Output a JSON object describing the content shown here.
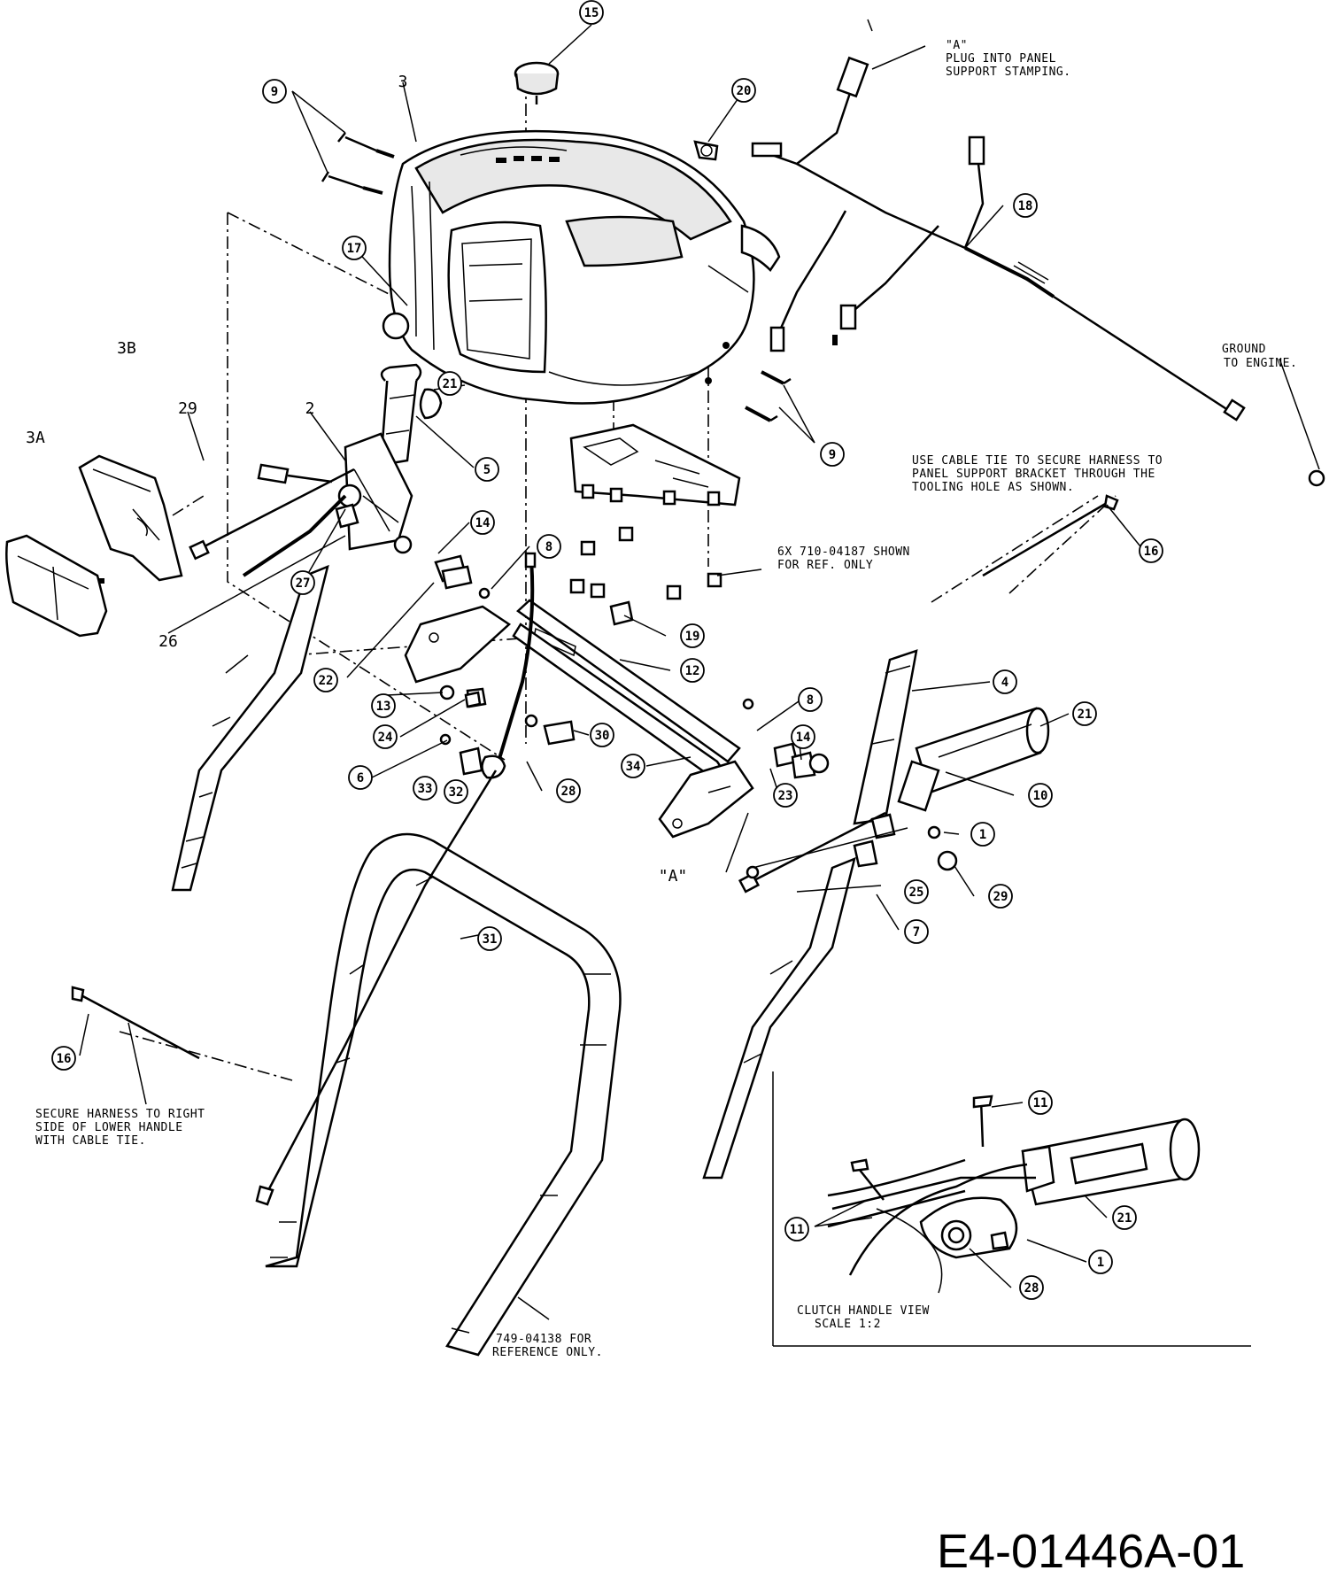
{
  "drawing_number": "E4-01446A-01",
  "callouts": [
    "15",
    "9",
    "3",
    "20",
    "18",
    "17",
    "3B",
    "29",
    "2",
    "21",
    "5",
    "3A",
    "9",
    "14",
    "8",
    "27",
    "26",
    "16",
    "22",
    "19",
    "12",
    "4",
    "8",
    "13",
    "21",
    "30",
    "14",
    "24",
    "10",
    "34",
    "6",
    "28",
    "23",
    "1",
    "33",
    "32",
    "A",
    "25",
    "29",
    "7",
    "31",
    "16",
    "11",
    "21",
    "11",
    "1",
    "28"
  ],
  "notes": {
    "plug": [
      "\"A\"",
      "PLUG INTO PANEL",
      "SUPPORT STAMPING."
    ],
    "ground": [
      "GROUND",
      "TO ENGINE."
    ],
    "cable_tie": [
      "USE CABLE TIE TO SECURE HARNESS TO",
      "PANEL SUPPORT BRACKET THROUGH THE",
      "TOOLING HOLE AS SHOWN."
    ],
    "ref_710": [
      "6X 710-04187 SHOWN",
      "FOR REF. ONLY"
    ],
    "secure_harness": [
      "SECURE HARNESS TO RIGHT",
      "SIDE OF LOWER HANDLE",
      "WITH CABLE TIE."
    ],
    "ref_749": [
      "749-04138 FOR",
      "REFERENCE ONLY."
    ],
    "clutch_view": [
      "CLUTCH HANDLE VIEW",
      "SCALE 1:2"
    ]
  }
}
